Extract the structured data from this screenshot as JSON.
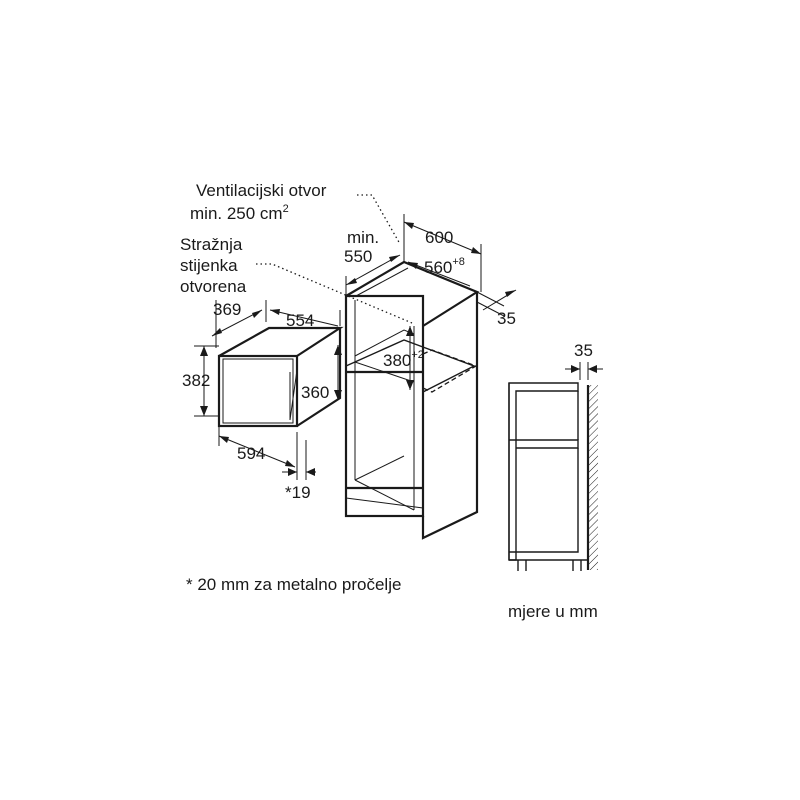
{
  "labels": {
    "vent_line1": "Ventilacijski otvor",
    "vent_line2_prefix": "min. 250 cm",
    "vent_line2_sup": "2",
    "rear_line1": "Stražnja",
    "rear_line2": "stijenka",
    "rear_line3": "otvorena",
    "footnote": "* 20 mm za metalno pročelje",
    "units_note": "mjere u mm"
  },
  "appliance": {
    "depth": "369",
    "width_top": "554",
    "height": "382",
    "inner_height": "360",
    "width_bottom": "594",
    "front_offset": "*19"
  },
  "cabinet": {
    "min_label": "min.",
    "min_value": "550",
    "width": "600",
    "niche_width": "560",
    "niche_width_tol": "+8",
    "side_gap": "35",
    "niche_height": "380",
    "niche_height_tol": "+2"
  },
  "side_view": {
    "wall_gap": "35"
  }
}
